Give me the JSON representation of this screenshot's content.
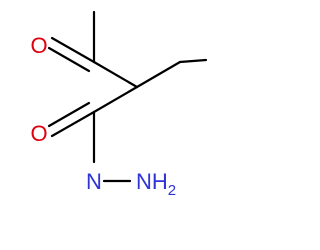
{
  "molecule": {
    "atoms": [
      {
        "id": "o1",
        "label": "O",
        "color": "#e0000f"
      },
      {
        "id": "o2",
        "label": "O",
        "color": "#e0000f"
      },
      {
        "id": "n1",
        "label": "N",
        "color": "#2f34d6"
      },
      {
        "id": "n2",
        "label": "NH",
        "subscript": "2",
        "color": "#2f34d6"
      }
    ],
    "bond_color": "#000000"
  }
}
